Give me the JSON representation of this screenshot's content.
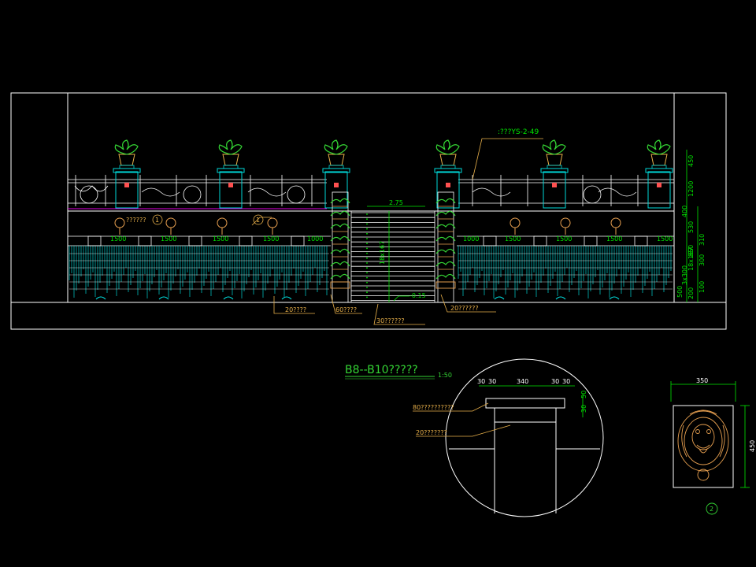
{
  "colors": {
    "background": "#000000",
    "frame": "#ffffff",
    "post": "#00d8d8",
    "plant": "#34d534",
    "annotation": "#e8b04a",
    "dimension": "#00e600",
    "water": "#00e8e8",
    "magenta": "#e000e0",
    "ornament": "#ff5050",
    "lion": "#e8a050"
  },
  "elevation": {
    "callout_top": ":???YS-2-49",
    "callout_left": "??????",
    "callout_left_num": "1",
    "bottom_labels": [
      "20????",
      "60????",
      "30??????",
      "20??????"
    ],
    "spacing_labels_left": [
      "1500",
      "1500",
      "1500",
      "1500",
      "1000"
    ],
    "spacing_labels_right": [
      "1000",
      "1500",
      "1500",
      "1500",
      "1500"
    ],
    "stair_width": "2.75",
    "stair_note": "18x167",
    "level": "-0.15",
    "side_dims": [
      "450",
      "1200",
      "400",
      "530",
      "310",
      "850",
      "300",
      "18x167",
      "3x300",
      "100",
      "200",
      "500"
    ]
  },
  "section": {
    "title": "B8--B10?????",
    "scale": "1:50",
    "top_dims": [
      "30",
      "30",
      "340",
      "30",
      "30"
    ],
    "right_dims": [
      "50",
      "30"
    ],
    "label_cap": "80??????????",
    "label_body": "20???????"
  },
  "lion_detail": {
    "width": "350",
    "height": "450",
    "number": "2"
  }
}
